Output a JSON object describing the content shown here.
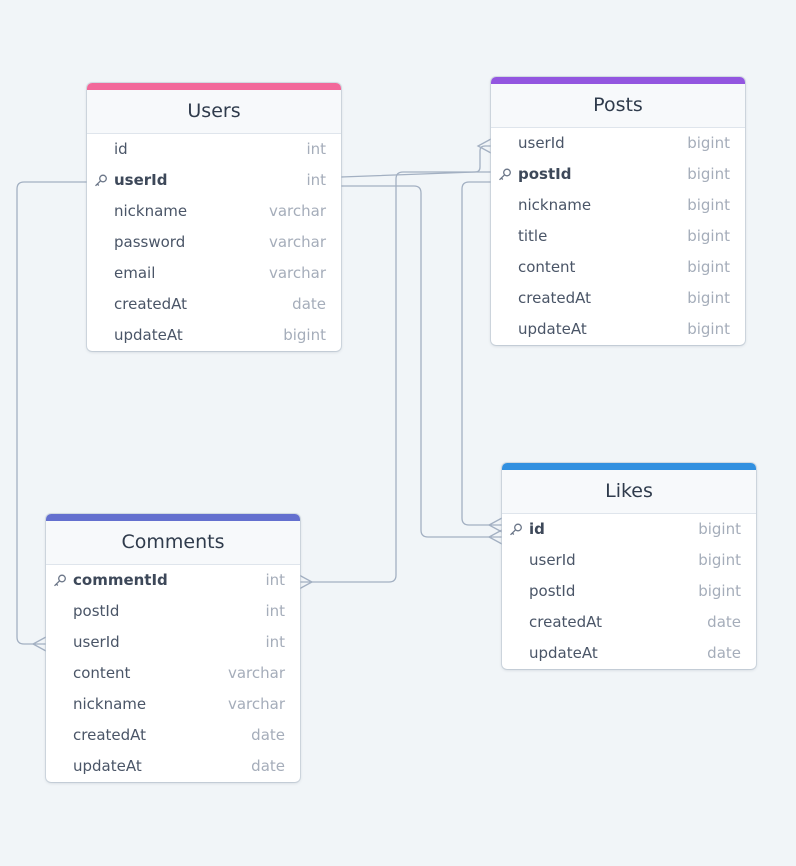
{
  "colors": {
    "background": "#f1f5f8",
    "users_accent": "#f2689a",
    "posts_accent": "#9356e0",
    "likes_accent": "#3290e0",
    "comments_accent": "#6470cf",
    "link_line": "#a3b0c2"
  },
  "tables": {
    "users": {
      "title": "Users",
      "fields": [
        {
          "name": "id",
          "type": "int"
        },
        {
          "name": "userId",
          "type": "int",
          "pk": true
        },
        {
          "name": "nickname",
          "type": "varchar"
        },
        {
          "name": "password",
          "type": "varchar"
        },
        {
          "name": "email",
          "type": "varchar"
        },
        {
          "name": "createdAt",
          "type": "date"
        },
        {
          "name": "updateAt",
          "type": "bigint"
        }
      ]
    },
    "posts": {
      "title": "Posts",
      "fields": [
        {
          "name": "userId",
          "type": "bigint"
        },
        {
          "name": "postId",
          "type": "bigint",
          "pk": true
        },
        {
          "name": "nickname",
          "type": "bigint"
        },
        {
          "name": "title",
          "type": "bigint"
        },
        {
          "name": "content",
          "type": "bigint"
        },
        {
          "name": "createdAt",
          "type": "bigint"
        },
        {
          "name": "updateAt",
          "type": "bigint"
        }
      ]
    },
    "likes": {
      "title": "Likes",
      "fields": [
        {
          "name": "id",
          "type": "bigint",
          "pk": true
        },
        {
          "name": "userId",
          "type": "bigint"
        },
        {
          "name": "postId",
          "type": "bigint"
        },
        {
          "name": "createdAt",
          "type": "date"
        },
        {
          "name": "updateAt",
          "type": "date"
        }
      ]
    },
    "comments": {
      "title": "Comments",
      "fields": [
        {
          "name": "commentId",
          "type": "int",
          "pk": true
        },
        {
          "name": "postId",
          "type": "int"
        },
        {
          "name": "userId",
          "type": "int"
        },
        {
          "name": "content",
          "type": "varchar"
        },
        {
          "name": "nickname",
          "type": "varchar"
        },
        {
          "name": "createdAt",
          "type": "date"
        },
        {
          "name": "updateAt",
          "type": "date"
        }
      ]
    }
  },
  "icons": {
    "primary_key": "key-icon",
    "many_end": "crow-foot-icon"
  }
}
